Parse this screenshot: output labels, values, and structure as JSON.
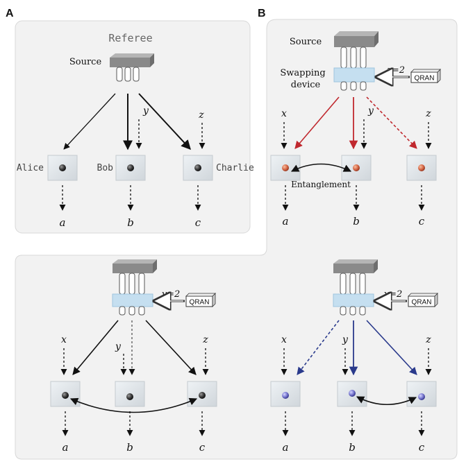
{
  "panels": {
    "a_label": "A",
    "b_label": "B"
  },
  "panel_a": {
    "title": "Referee",
    "source": "Source",
    "parties": {
      "alice": "Alice",
      "bob": "Bob",
      "charlie": "Charlie"
    },
    "inputs": {
      "y": "y",
      "z": "z"
    },
    "outputs": {
      "a": "a",
      "b": "b",
      "c": "c"
    }
  },
  "panel_b1": {
    "source": "Source",
    "swap_line1": "Swapping",
    "swap_line2": "device",
    "setting": "z=2",
    "qran": "QRAN",
    "inputs": {
      "x": "x",
      "y": "y",
      "z": "z"
    },
    "entanglement": "Entanglement",
    "outputs": {
      "a": "a",
      "b": "b",
      "c": "c"
    }
  },
  "panel_b2": {
    "setting": "y=2",
    "qran": "QRAN",
    "inputs": {
      "x": "x",
      "y": "y",
      "z": "z"
    },
    "outputs": {
      "a": "a",
      "b": "b",
      "c": "c"
    }
  },
  "panel_b3": {
    "setting": "x=2",
    "qran": "QRAN",
    "inputs": {
      "x": "x",
      "y": "y",
      "z": "z"
    },
    "outputs": {
      "a": "a",
      "b": "b",
      "c": "c"
    }
  },
  "colors": {
    "panel_bg": "#f2f2f2",
    "red": "#c0282e",
    "blue": "#2a3a8c",
    "device_blue": "#c5dff0",
    "dark_ball": "#3a3a3a",
    "red_ball": "#d86a4a",
    "blue_ball": "#7a7ad0"
  }
}
